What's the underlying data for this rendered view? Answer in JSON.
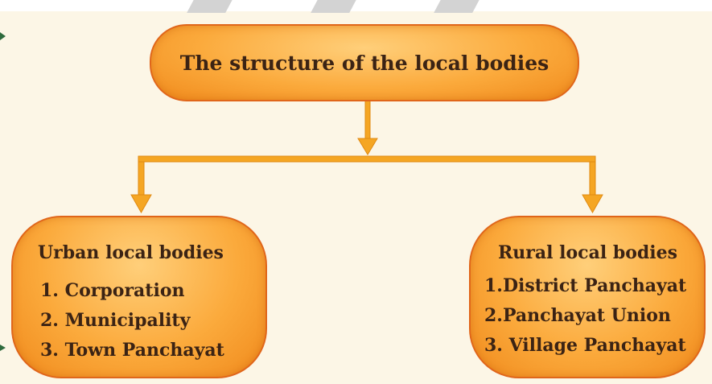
{
  "diagram": {
    "title": "The structure of the local bodies",
    "urban": {
      "heading": "Urban local bodies",
      "items": [
        "1. Corporation",
        "2. Municipality",
        "3. Town Panchayat"
      ]
    },
    "rural": {
      "heading": "Rural local bodies",
      "items": [
        "1.District Panchayat",
        "2.Panchayat Union",
        "3. Village Panchayat"
      ]
    },
    "colors": {
      "box_fill": "#fbaa3c",
      "box_border": "#e0661a",
      "connector": "#f5a623",
      "text": "#3b2314",
      "background": "#fcf6e6"
    }
  }
}
